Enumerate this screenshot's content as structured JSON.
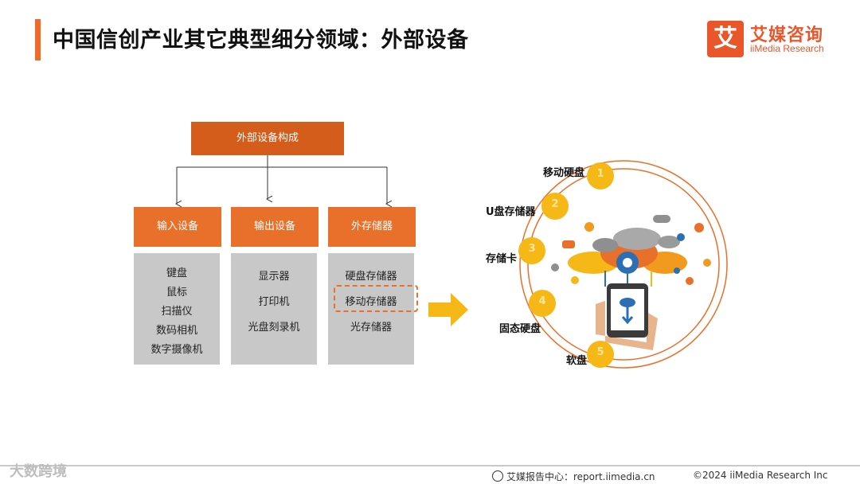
{
  "header": {
    "title": "中国信创产业其它典型细分领域：外部设备"
  },
  "logo": {
    "mark": "艾",
    "cn": "艾媒咨询",
    "en": "iiMedia Research"
  },
  "diagram": {
    "root": "外部设备构成",
    "categories": [
      {
        "label": "输入设备",
        "items": [
          "键盘",
          "鼠标",
          "扫描仪",
          "数码相机",
          "数字摄像机"
        ]
      },
      {
        "label": "输出设备",
        "items": [
          "显示器",
          "打印机",
          "光盘刻录机"
        ]
      },
      {
        "label": "外存储器",
        "items": [
          "硬盘存储器",
          "移动存储器",
          "光存储器"
        ]
      }
    ],
    "highlighted_item": "移动存储器"
  },
  "storage_ring": {
    "nodes": [
      {
        "num": "1",
        "label": "移动硬盘"
      },
      {
        "num": "2",
        "label": "U盘存储器"
      },
      {
        "num": "3",
        "label": "存储卡"
      },
      {
        "num": "4",
        "label": "固态硬盘"
      },
      {
        "num": "5",
        "label": "软盘"
      }
    ],
    "colors": {
      "node": "#f6b816",
      "ring": "#e8702a",
      "accent": "#f26a2b"
    }
  },
  "footer": {
    "watermark": "大数跨境",
    "center": "艾媒报告中心：report.iimedia.cn",
    "right": "©2024  iiMedia Research  Inc"
  }
}
